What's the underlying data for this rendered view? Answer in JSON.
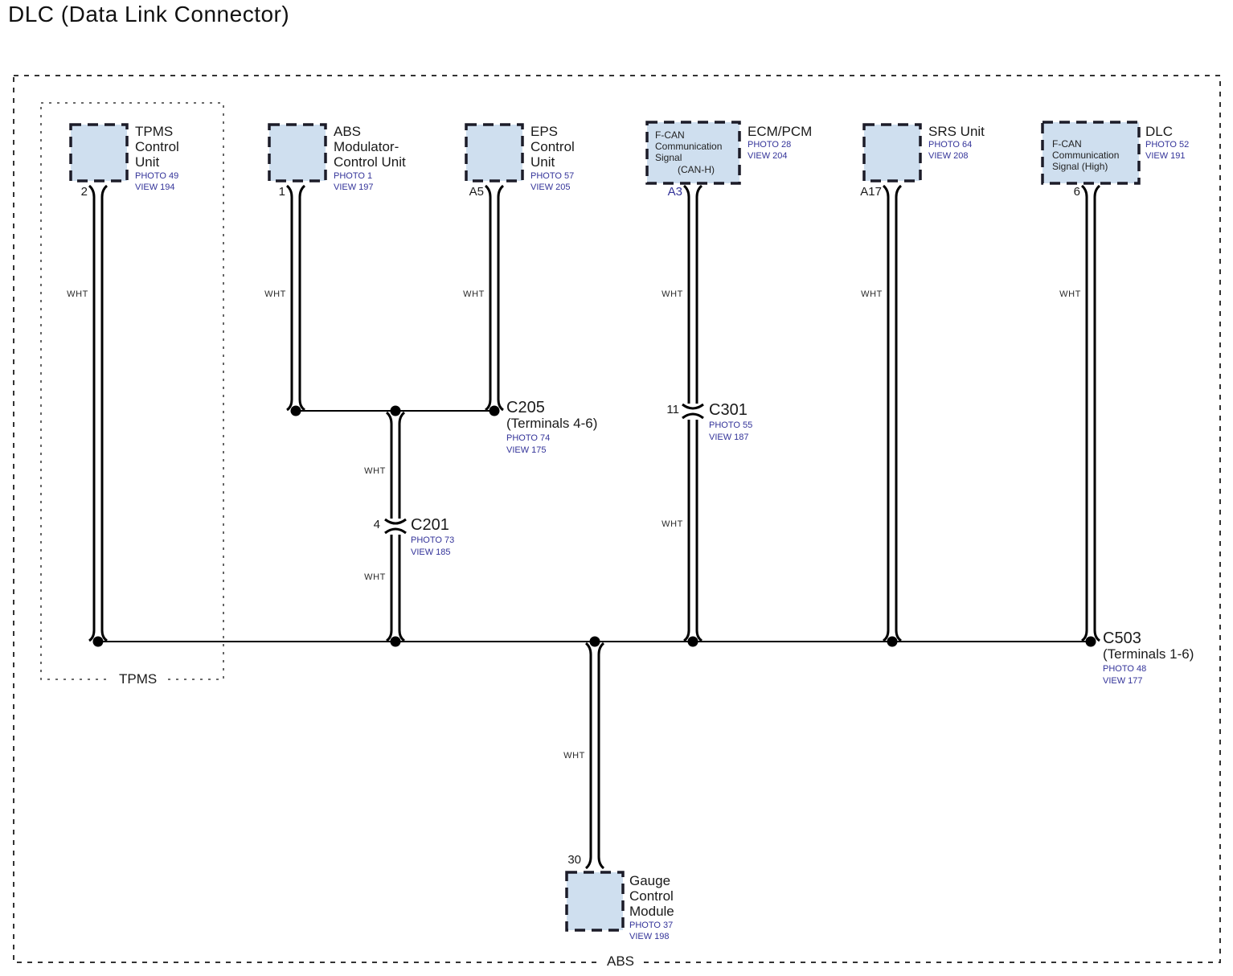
{
  "title": "DLC (Data Link Connector)",
  "colors": {
    "box_fill": "#cfdfef",
    "accent_navy": "#333399",
    "line": "#000000"
  },
  "sections": {
    "outer_label": "ABS",
    "tpms_label": "TPMS"
  },
  "wire_color_label": "WHT",
  "components": {
    "tpms": {
      "name": "TPMS\nControl\nUnit",
      "photo": "PHOTO 49",
      "view": "VIEW 194",
      "pin": "2"
    },
    "abs": {
      "name": "ABS\nModulator-\nControl Unit",
      "photo": "PHOTO 1",
      "view": "VIEW 197",
      "pin": "1"
    },
    "eps": {
      "name": "EPS\nControl\nUnit",
      "photo": "PHOTO 57",
      "view": "VIEW 205",
      "pin": "A5"
    },
    "ecm": {
      "name": "ECM/PCM",
      "photo": "PHOTO 28",
      "view": "VIEW 204",
      "pin": "A3",
      "inner": "F-CAN\nCommunication\nSignal",
      "inner_sub": "(CAN-H)"
    },
    "srs": {
      "name": "SRS Unit",
      "photo": "PHOTO 64",
      "view": "VIEW 208",
      "pin": "A17"
    },
    "dlc": {
      "name": "DLC",
      "photo": "PHOTO 52",
      "view": "VIEW 191",
      "pin": "6",
      "inner": "F-CAN\nCommunication\nSignal (High)"
    },
    "gauge": {
      "name": "Gauge\nControl\nModule",
      "photo": "PHOTO 37",
      "view": "VIEW 198",
      "pin": "30"
    }
  },
  "connectors": {
    "c205": {
      "name": "C205",
      "terminals": "(Terminals 4-6)",
      "photo": "PHOTO 74",
      "view": "VIEW 175"
    },
    "c201": {
      "name": "C201",
      "photo": "PHOTO 73",
      "view": "VIEW 185",
      "pin": "4"
    },
    "c301": {
      "name": "C301",
      "photo": "PHOTO 55",
      "view": "VIEW 187",
      "pin": "11"
    },
    "c503": {
      "name": "C503",
      "terminals": "(Terminals 1-6)",
      "photo": "PHOTO 48",
      "view": "VIEW 177"
    }
  }
}
